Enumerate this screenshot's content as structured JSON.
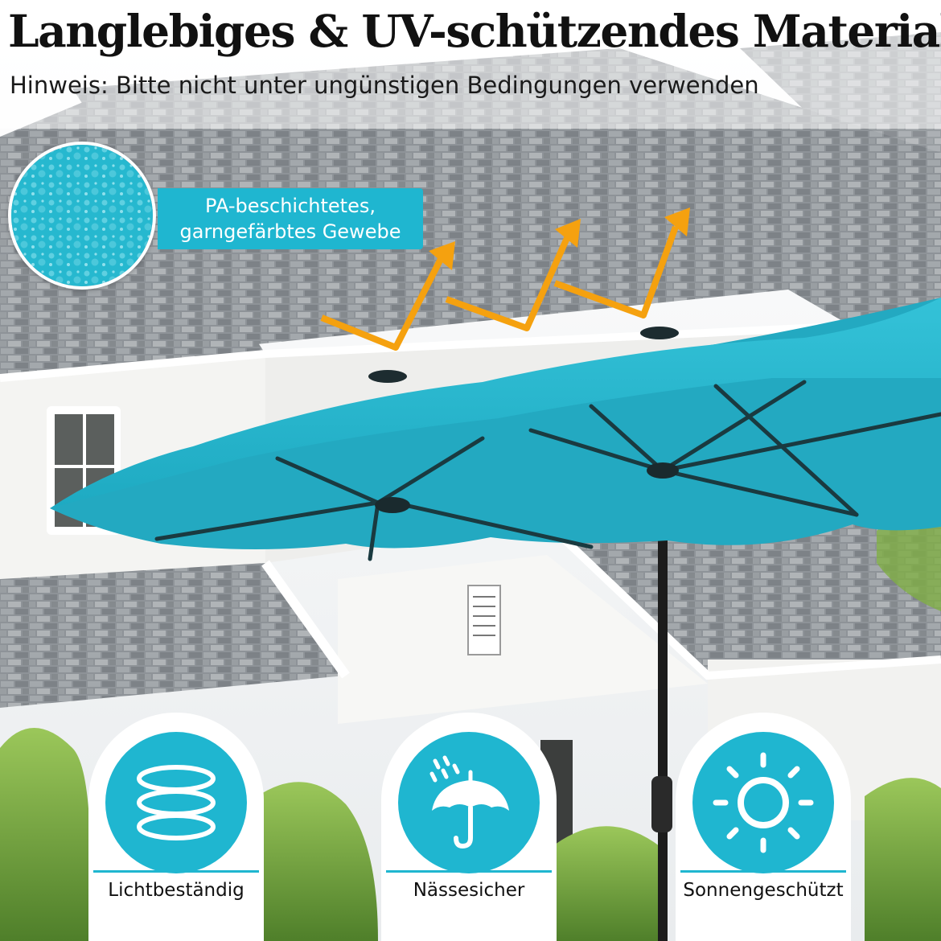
{
  "headline": {
    "title": "Langlebiges & UV-schützendes Material",
    "subtitle": "Hinweis: Bitte nicht unter ungünstigen Bedingungen verwenden"
  },
  "fabric_callout": {
    "line1": "PA-beschichtetes,",
    "line2": "garngefärbtes Gewebe"
  },
  "features": [
    {
      "label": "Lichtbeständig",
      "icon": "rings-icon"
    },
    {
      "label": "Nässesicher",
      "icon": "rain-umbrella-icon"
    },
    {
      "label": "Sonnengeschützt",
      "icon": "sun-icon"
    }
  ],
  "colors": {
    "accent": "#1fb6d0",
    "arrow": "#f5a10f",
    "canopy": "#2bb7cd",
    "roof": "#8c9196"
  }
}
